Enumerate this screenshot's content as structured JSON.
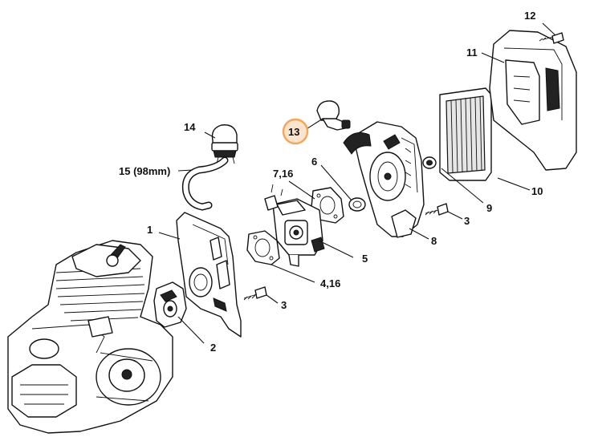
{
  "diagram": {
    "labels": [
      {
        "id": "12",
        "text": "12"
      },
      {
        "id": "11",
        "text": "11"
      },
      {
        "id": "13",
        "text": "13",
        "highlighted": true
      },
      {
        "id": "14",
        "text": "14"
      },
      {
        "id": "15",
        "text": "15 (98mm)"
      },
      {
        "id": "6",
        "text": "6"
      },
      {
        "id": "7_16",
        "text": "7,16"
      },
      {
        "id": "9",
        "text": "9"
      },
      {
        "id": "10",
        "text": "10"
      },
      {
        "id": "3a",
        "text": "3"
      },
      {
        "id": "1",
        "text": "1"
      },
      {
        "id": "8",
        "text": "8"
      },
      {
        "id": "5",
        "text": "5"
      },
      {
        "id": "4_16",
        "text": "4,16"
      },
      {
        "id": "3b",
        "text": "3"
      },
      {
        "id": "2",
        "text": "2"
      }
    ],
    "highlight_color": "#f2a65a",
    "highlight_fill": "#fbe3cc"
  }
}
